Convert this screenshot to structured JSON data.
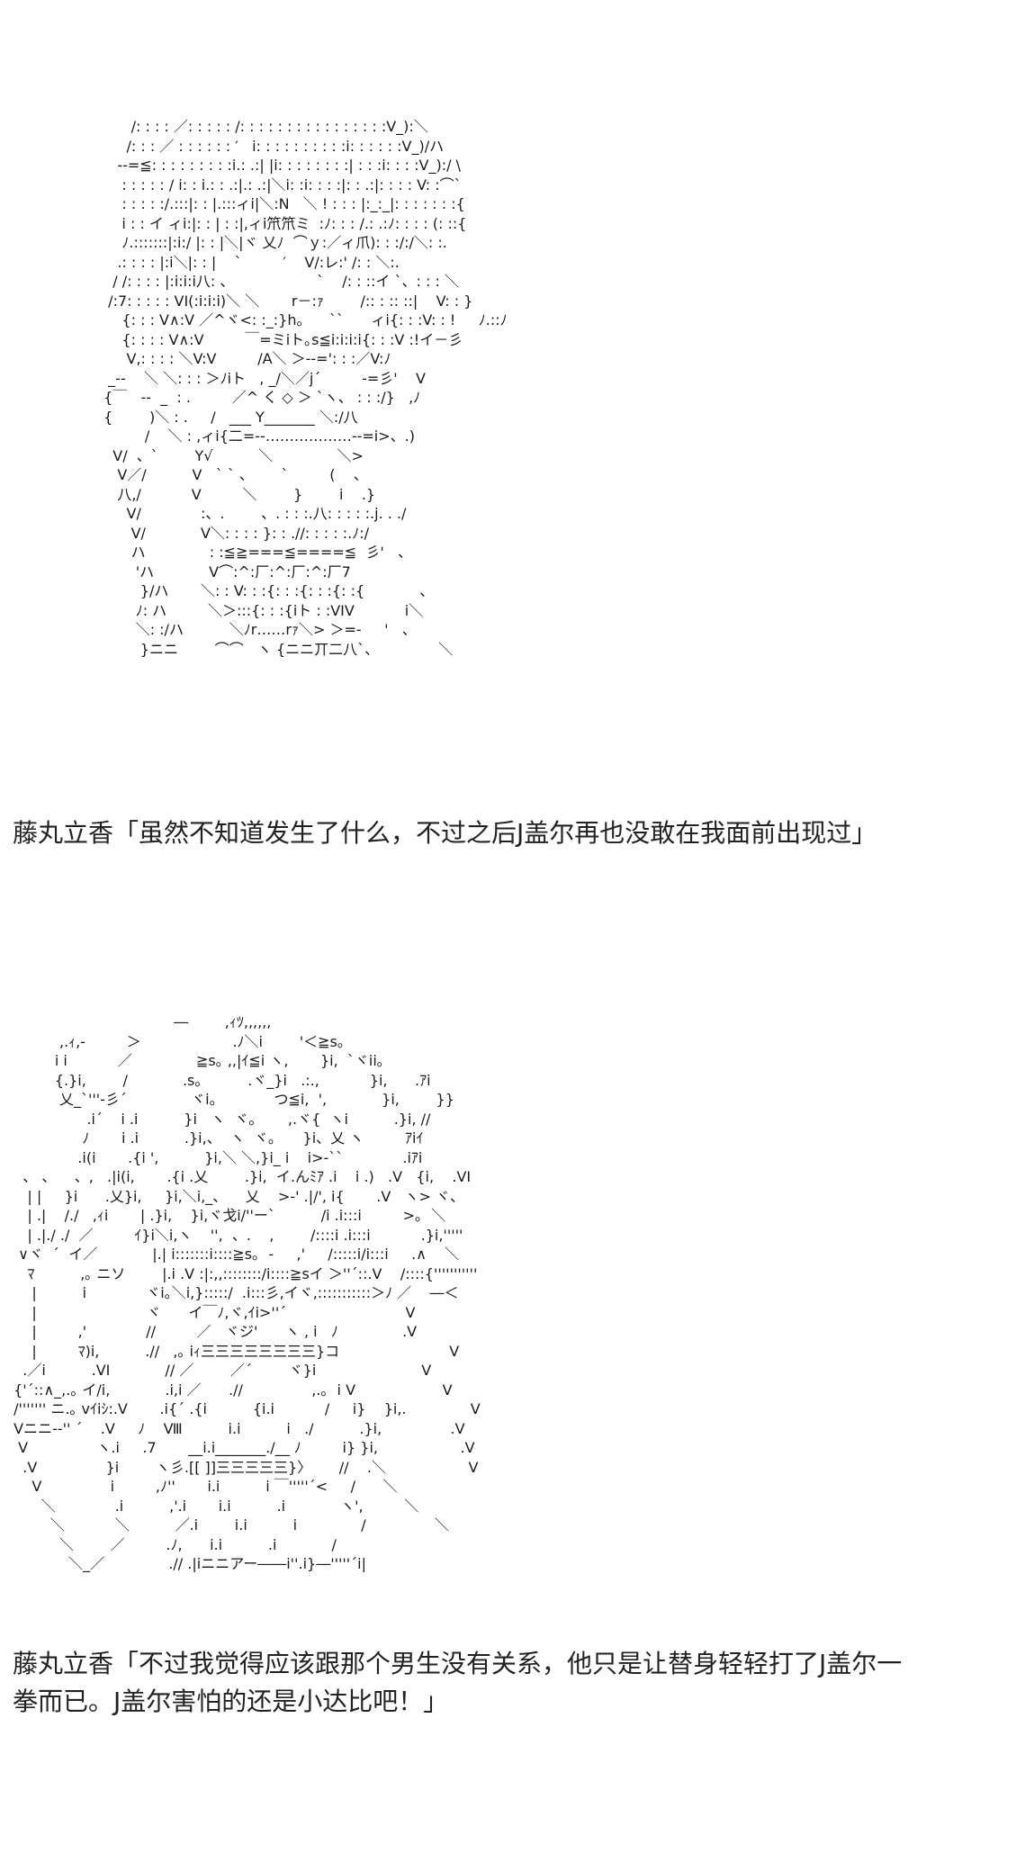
{
  "art_1": {
    "lines": [
      "       /: : : : ／: : : : : /: : : : : : : : : : : : : : : :V_):＼",
      "      /: : : ／ : : : : : : ′   i: : : : : : : : : :i: : : : : :V_)/ハ",
      "    --=≦: : : : : : : : :i.: .:| |i: : : : : : : :| : : :i: : : :V_):/ \\",
      "     : : : : : / i: : i.: : .:|.: .:|＼i: :i: : : :|: : .:|: : : : V: :⌒`",
      "     : : : : :/.:::|: : |.:::ィi|＼:N   ＼ ! : : : |:_:_|: : : : : : :{",
      "     i : : イ ィi:|: : | : :|,ィi笊笊ミ  :ﾉ: : : /.: .:ﾉ: : : : (: ::{",
      "     ﾉ.:::::::|:i:/ |: : |＼|ヾ 乂ﾉ  ⌒ｙ:／ィ爪): : :/:/＼: :.",
      "    .: : : : |:i＼|: : |    `         ′    V/:レ:' /: : ＼:.",
      "   / /: : : : |:i:i:i八: 、                  `    /: : ::イ `、: : : ＼",
      "  /:7: : : : : VI(:i:i:i)＼ ＼       r－:ｧ        /:: : :: ::|    V: : }",
      "     {: : : V∧:V ／^ヾ<: :_:}h。    ``      ィi{: : :V: : !     ﾉ.::ﾉ",
      "     {: : : : V∧:V         ￣=ミiト｡s≦i:i:i:i{: : :V :!イ－彡",
      "      V,: : : : ＼V:V         /A＼ ＞‐‐=': : :／V:ﾉ",
      "  _--    ＼ ＼: : : ＞ﾉiト   , _/＼／j´         -=彡'    V",
      " {￣   --  _  : .         ／^ く ◇ ＞ `ヽ、 : : :/}   ,ﾉ",
      " {        )＼ : .     /   ___ Y_______ ＼:/八",
      "          /    ＼ : ,ィi{二=--………………--=i>、.)",
      "   V/  、`        Y√          ＼              ＼>",
      "    V／/          V   ` ` 、      `         (    、",
      "    八,/           V         ＼        }        i    .}",
      "      V/             :、.        、. : : :.八: : : : :.j. . ./",
      "       V/            V＼: : : : }: : .//: : : : :.ﾉ:/",
      "       ハ              : :≦≧===≦====≦  彡'   、",
      "        'ハ            V⌒:^:厂:^:厂:^:厂7",
      "         }/ハ       ＼: : V: : :{: : :{: : :{: :{            、",
      "        ﾉ: ハ         ＼＞:::{: : :{iト : :VIV           i＼",
      "        ＼: :/ハ          ＼ﾉr……rｧ＼> ＞=-     '   、  ",
      "         }ニニ        ⌒⌒   ヽ {ニニ丌二八`、             ＼"
    ]
  },
  "caption_1": "藤丸立香「虽然不知道发生了什么，不过之后J盖尔再也没敢在我面前出现过」",
  "art_2": {
    "lines": [
      "                                    ―        ,ｨﾂ,,,,,,",
      "           ,.ｨ,-         ＞                    .ﾉ＼i        '＜≧s｡",
      "          i i           ／              ≧s｡ ,,|ｲ≦i ヽ,       }i,  `ヾii｡",
      "          {.}i,        /            .s｡          .ヾ_}i   .:.,           }i,      .ｱi",
      "           乂_`'''-彡´              ヾi。           つ≦i,  ',            }i,        }}",
      "                 .i´    i .i          }i   ヽ  ヾ｡       ,.ヾ{  ヽi          .}i, //",
      "                ﾉ       i .i          .}i,、  ヽ  ヾ｡      }i、乂 ヽ         ｱiｲ",
      "               .i(i       .{i ',          }i,＼ ＼,}i_ i    i>-``             .iｱi",
      "   、 、    、,   .|i(i,       .{i .乂        .}i,  イ.んﾐｱ .i    i .)   .V   {i,    .VI",
      "    | |     }i      .乂}i,     }i,＼i,_、    乂    >-' .|/', i{       .V   ヽ> ヾ、",
      "    | .|    /./   ,ｨi       | .}i,    }i,ヾ戈i/''ー`          /i .i:::i         >｡  ＼",
      "    | .|./ ./  ／         ｲ}i＼i,ヽ    '',  、.    ,        /::::i .i:::i           .}i,'''''",
      "  ∨ヾ  ´  イ／            |.| i:::::::i::::≧s｡  ‐     ,'     /:::::i/i:::i     .∧    ＼",
      "    ﾏ          ,｡ ニソ        |.i .V :|:,,::::::::/i::::≧sイ ＞''´::.V    /::::{'''''''''''",
      "     |          i             ヾi｡＼i,}:::::/  .i:::彡,イヾ,:::::::::::＞ﾉ ／    ―＜",
      "     |                        ヾ      イ￣ﾉ,ヾ,ｲi>''´                          V",
      "     |         ,'             //         ／   ヾジ'      ヽ , i   ﾉ              .V",
      "     |         ﾏ)i,          .//   ,｡ iｨ三三三三三三三三}コ                        V",
      "   .／i          .VI            // ／        ／´        ヾ}i                       V",
      " {'´::∧_,.｡ イ/i,            .i,i ／      .//               ,.｡  i V                   V",
      " /''''''' ニ.｡ vｲiｼ:.V       .i{´ .{i          {i.i           /     i}    }i,.              V",
      " Vニニ--'' ´    .V     ﾉ    Ⅷ          i.i          i   ./          .}i,               .V",
      "  V               ヽ.i     .7       __i.i_______./__ ﾉ         i} }i,                  .V",
      "   .V               }i        ヽ彡.[[ ]]三三三三三}〉      //    .＼                  V",
      "     V               i         ,ﾉ''       i.i          i ￣'''''´<     /      ＼",
      "       ＼             .i          ,'.i       i.i          .i            ヽ',         ＼",
      "         ＼           ＼          ／.i        i.i          i              /               ＼",
      "           ＼        ／         .ﾉ,      i.i          .i            /",
      "             ＼_／              .// .|iニニアー――i''.i}―'''''´i|"
    ]
  },
  "caption_2": "藤丸立香「不过我觉得应该跟那个男生没有关系，他只是让替身轻轻打了J盖尔一拳而已。J盖尔害怕的还是小达比吧！」"
}
